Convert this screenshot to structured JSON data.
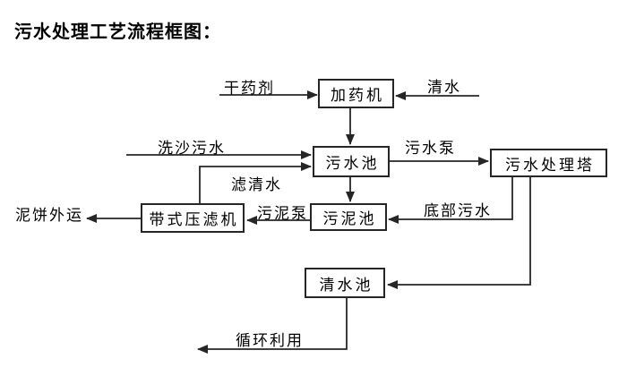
{
  "title": "污水处理工艺流程框图：",
  "nodes": {
    "dosing_machine": {
      "label": "加药机"
    },
    "sewage_pool": {
      "label": "污水池"
    },
    "sewage_treatment_tower": {
      "label": "污水处理塔"
    },
    "sludge_pool": {
      "label": "污泥池"
    },
    "belt_filter_press": {
      "label": "带式压滤机"
    },
    "clear_water_pool": {
      "label": "清水池"
    }
  },
  "flow_labels": {
    "dry_agent": "干药剂",
    "clear_water": "清水",
    "sand_washing_sewage": "洗沙污水",
    "sewage_pump": "污水泵",
    "filtered_clear_water": "滤清水",
    "sludge_pump": "污泥泵",
    "bottom_sewage": "底部污水",
    "mud_cake_outbound": "泥饼外运",
    "recycling": "循环利用"
  },
  "colors": {
    "line": "#262626",
    "text": "#000000",
    "background": "#ffffff"
  }
}
